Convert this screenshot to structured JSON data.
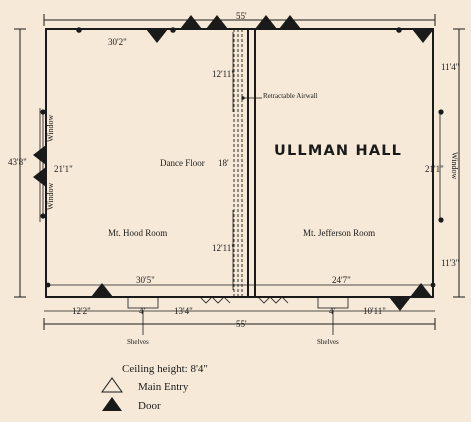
{
  "hall": {
    "title": "ULLMAN HALL",
    "rooms": {
      "left": "Mt. Hood Room",
      "right": "Mt. Jefferson Room",
      "center": "Dance Floor"
    },
    "airwall_label": "Retractable Airwall"
  },
  "dimensions": {
    "top_total": "55'",
    "bottom_total": "55'",
    "top_left": "30'2\"",
    "center_top": "12'11\"",
    "center_mid": "18'",
    "center_bottom": "12'11\"",
    "left_total": "43'8\"",
    "left_window": "21'1\"",
    "right_top": "11'4\"",
    "right_window": "21'1\"",
    "right_bottom": "11'3\"",
    "inner_bottom_left": "30'5\"",
    "inner_bottom_right": "24'7\"",
    "bottom_seg_1": "12'2\"",
    "bottom_seg_2": "4'",
    "bottom_seg_3": "13'4\"",
    "bottom_seg_4": "4'",
    "bottom_seg_5": "10'11\""
  },
  "labels": {
    "window_left_upper": "Window",
    "window_left_lower": "Window",
    "window_right": "Window",
    "shelves_left": "Shelves",
    "shelves_right": "Shelves"
  },
  "legend": {
    "ceiling": "Ceiling height: 8'4\"",
    "main_entry": "Main Entry",
    "door": "Door"
  }
}
